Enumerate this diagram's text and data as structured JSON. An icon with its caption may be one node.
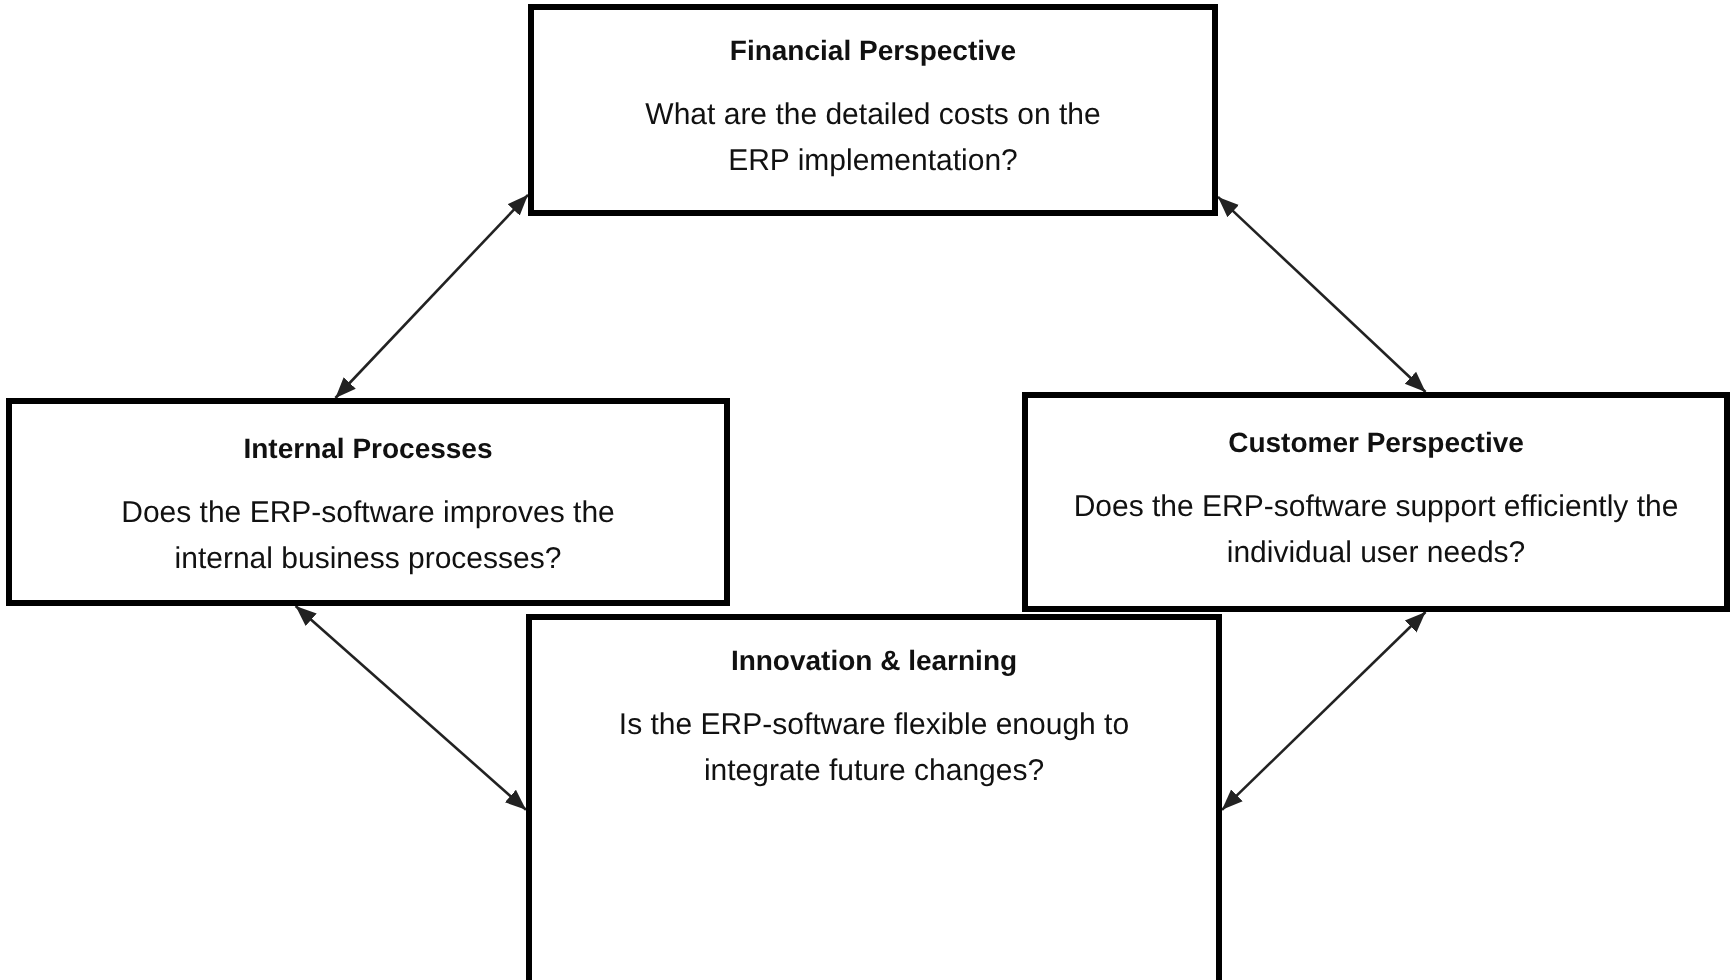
{
  "diagram": {
    "nodes": [
      {
        "text": [
          "Financial Perspective",
          "What are the detailed costs on the ERP implementation?"
        ]
      },
      {
        "text": [
          "Internal Processes",
          "Does the ERP-software improves the internal business processes?"
        ]
      },
      {
        "text": [
          "Customer Perspective",
          "Does the ERP-software support efficiently the individual user needs?"
        ]
      },
      {
        "text": [
          "Innovation & learning",
          "Is the ERP-software flexible enough to integrate future changes?"
        ]
      }
    ],
    "edges": [
      {
        "from": 0,
        "to": 1,
        "arrow": "both"
      },
      {
        "from": 0,
        "to": 2,
        "arrow": "both"
      },
      {
        "from": 1,
        "to": 3,
        "arrow": "both"
      },
      {
        "from": 2,
        "to": 3,
        "arrow": "both"
      }
    ]
  }
}
